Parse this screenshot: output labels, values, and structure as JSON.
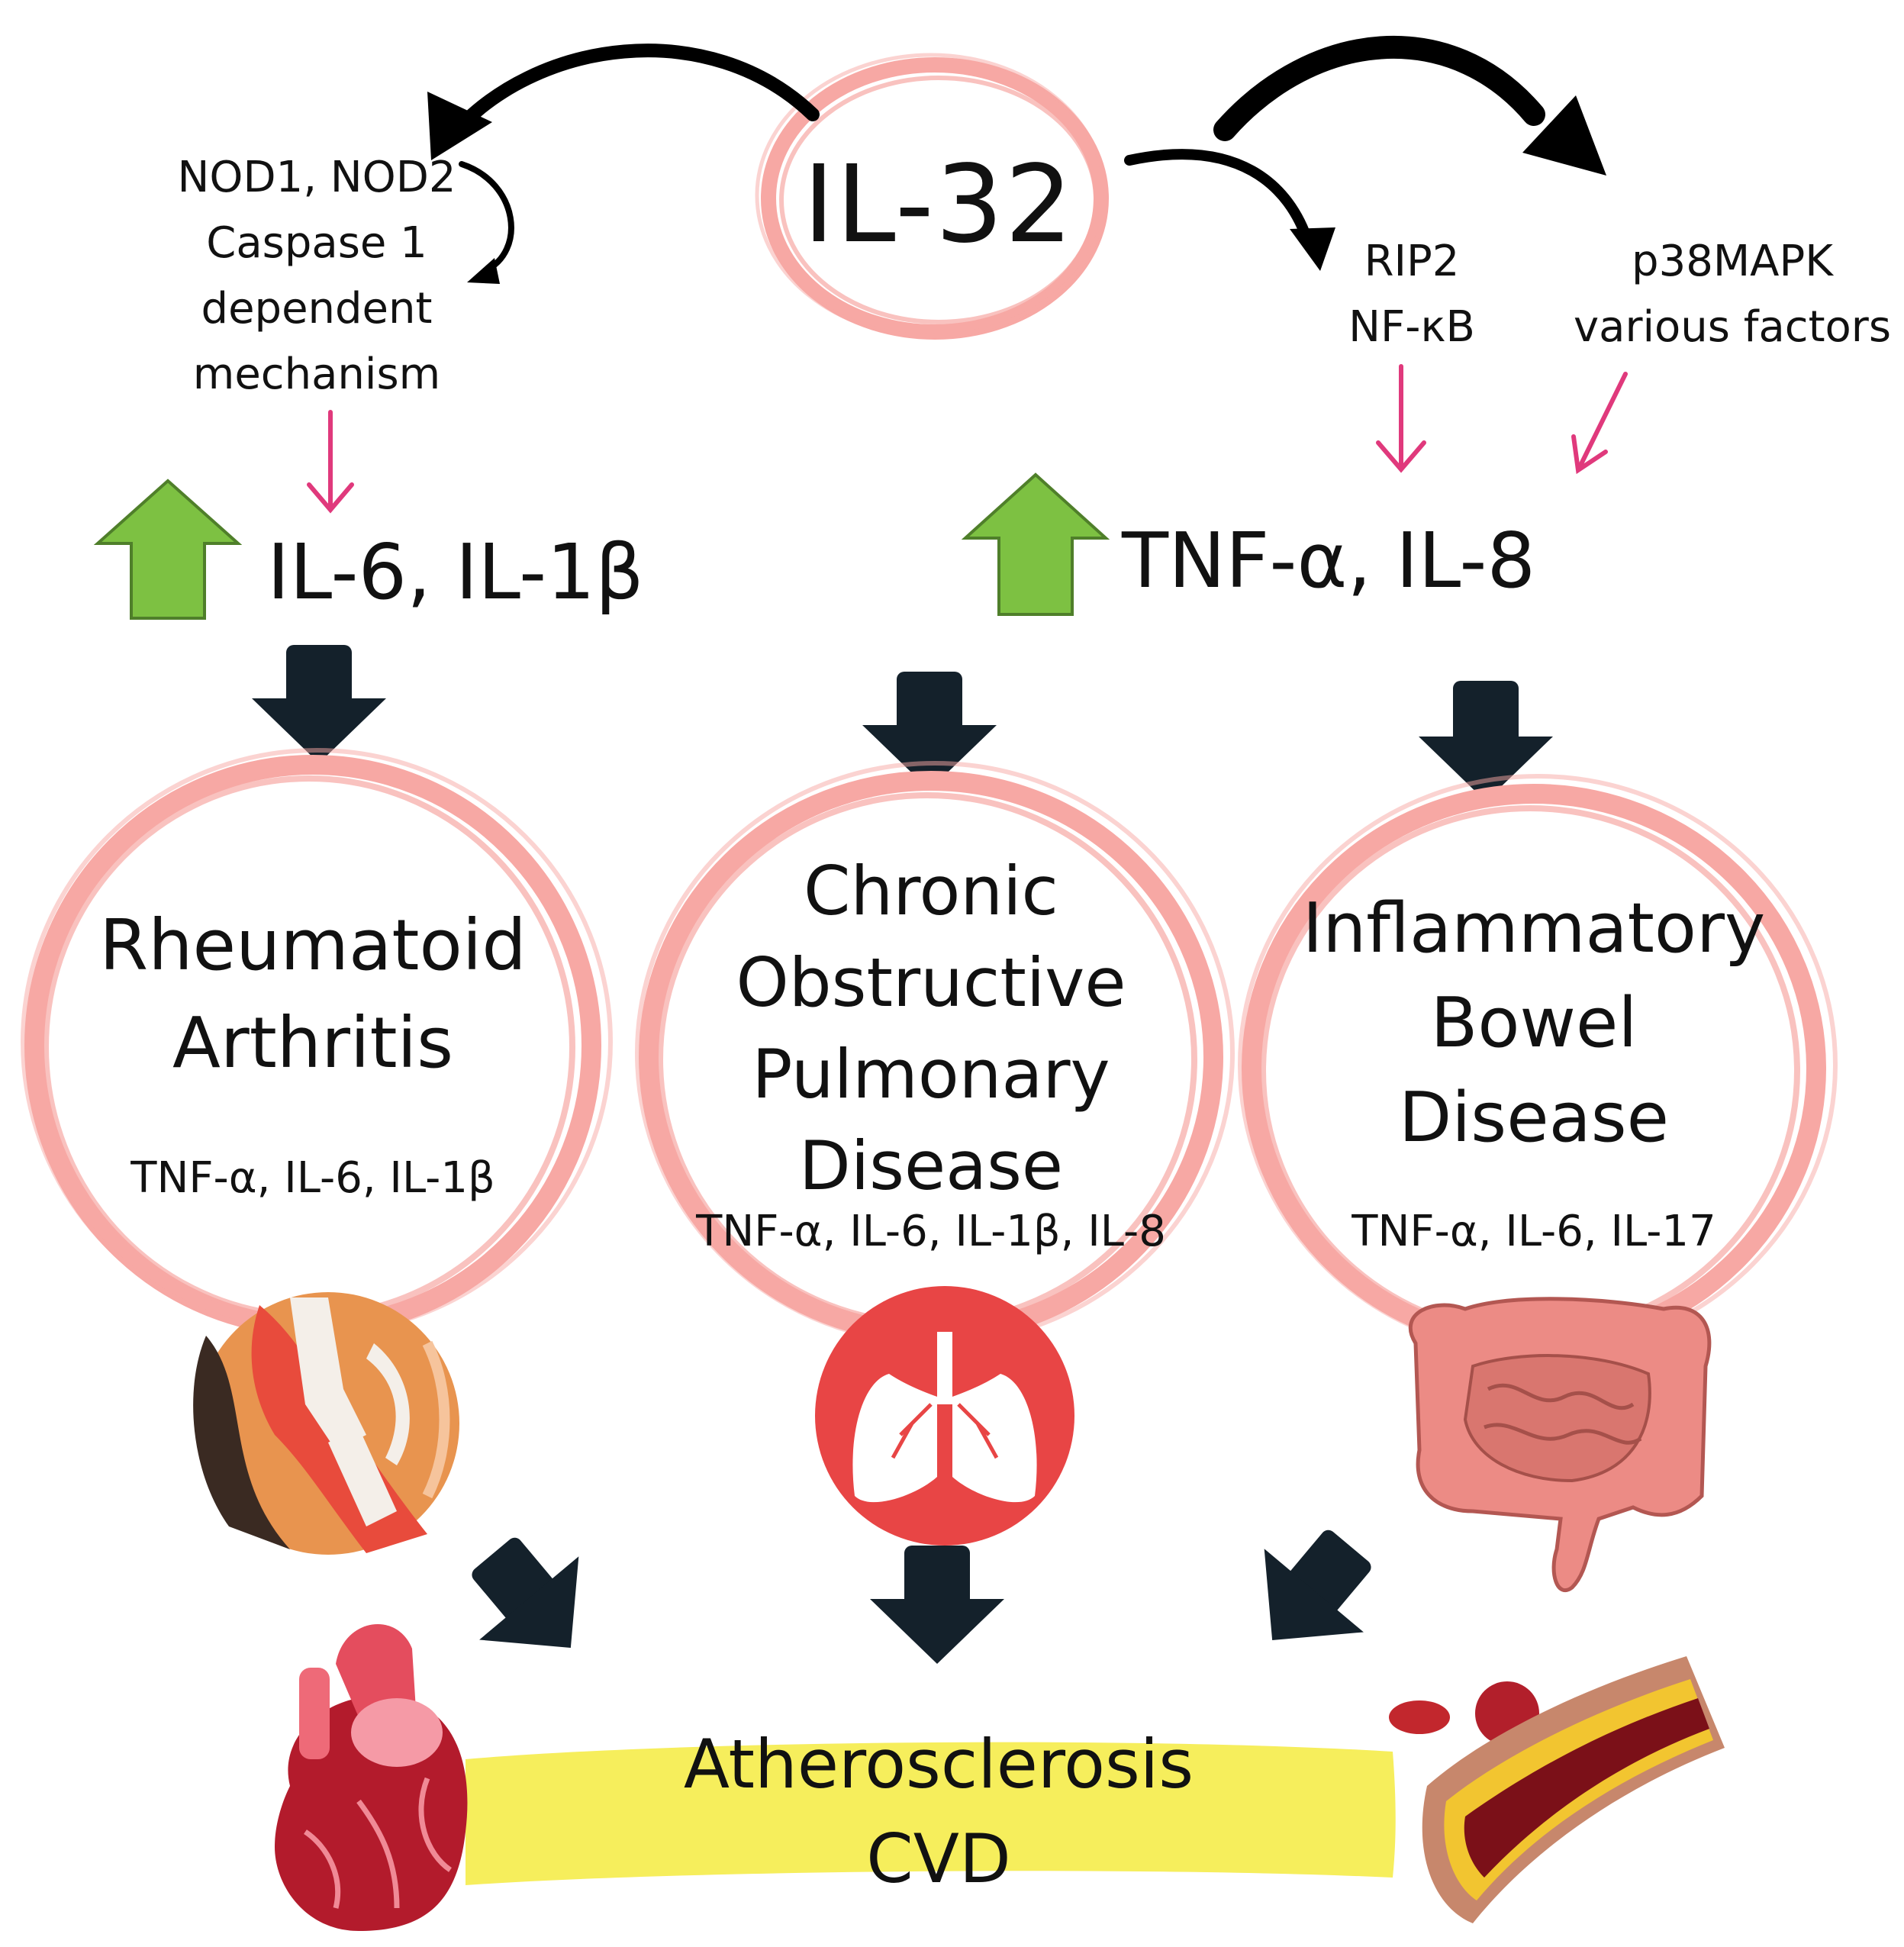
{
  "center": {
    "label": "IL-32"
  },
  "left_pathway": {
    "lines": [
      "NOD1, NOD2",
      "Caspase 1",
      "dependent",
      "mechanism"
    ],
    "upregulated": "IL-6, IL-1β"
  },
  "right_pathway": {
    "branch_a": [
      "RIP2",
      "NF-κB"
    ],
    "branch_b": [
      "p38MAPK",
      "various factors"
    ],
    "upregulated": "TNF-α, IL-8"
  },
  "diseases": [
    {
      "title_lines": [
        "Rheumatoid",
        "Arthritis"
      ],
      "cytokines": "TNF-α, IL-6, IL-1β",
      "icon": "knee-joint-icon"
    },
    {
      "title_lines": [
        "Chronic",
        "Obstructive",
        "Pulmonary",
        "Disease"
      ],
      "cytokines": "TNF-α, IL-6, IL-1β, IL-8",
      "icon": "lungs-icon"
    },
    {
      "title_lines": [
        "Inflammatory",
        "Bowel",
        "Disease"
      ],
      "cytokines": "TNF-α, IL-6, IL-17",
      "icon": "intestine-icon"
    }
  ],
  "outcome": {
    "lines": [
      "Atherosclerosis",
      "CVD"
    ],
    "icons": [
      "heart-icon",
      "artery-plaque-icon"
    ]
  },
  "colors": {
    "ring": "#f7a8a4",
    "up_arrow": "#7dc142",
    "dark_arrow": "#14212b",
    "small_arrow": "#e0397c",
    "outcome_band": "#f6ee5c",
    "lung_badge": "#e84545"
  }
}
